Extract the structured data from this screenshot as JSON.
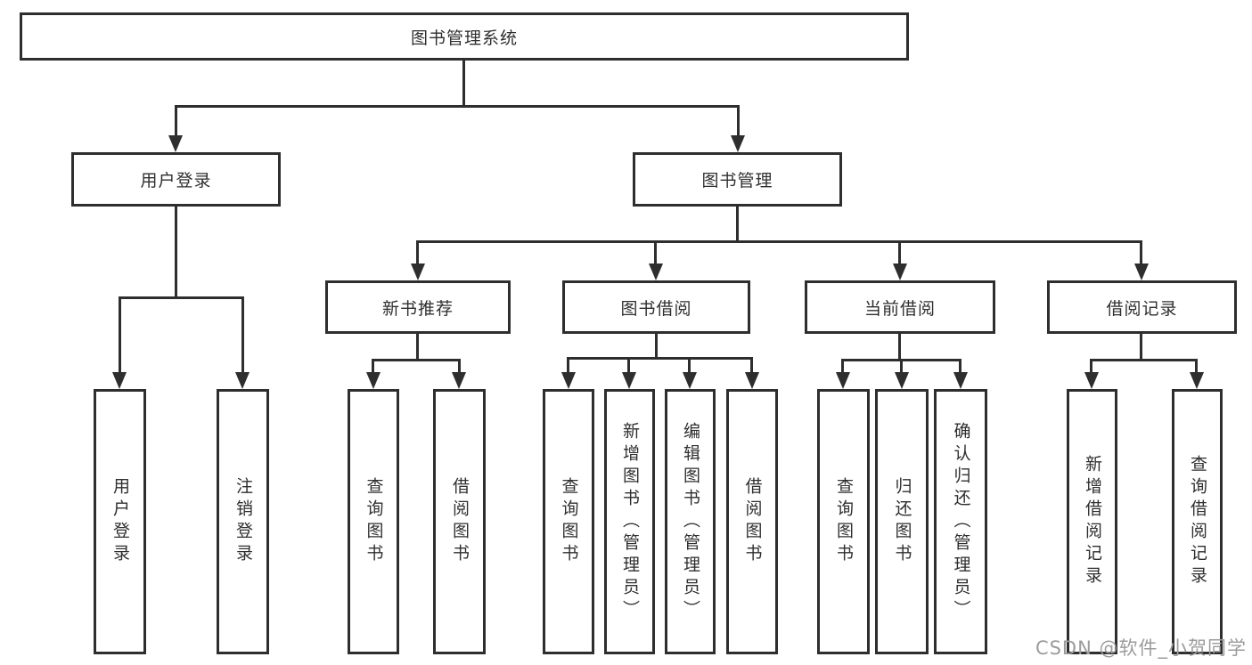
{
  "diagram": {
    "root_label": "图书管理系统",
    "user_branch": {
      "label": "用户登录",
      "children": [
        "用户登录",
        "注销登录"
      ]
    },
    "mgmt_branch": {
      "label": "图书管理",
      "sections": [
        {
          "label": "新书推荐",
          "children": [
            "查询图书",
            "借阅图书"
          ]
        },
        {
          "label": "图书借阅",
          "children": [
            "查询图书",
            "新增图书（管理员）",
            "编辑图书（管理员）",
            "借阅图书"
          ]
        },
        {
          "label": "当前借阅",
          "children": [
            "查询图书",
            "归还图书",
            "确认归还（管理员）"
          ]
        },
        {
          "label": "借阅记录",
          "children": [
            "新增借阅记录",
            "查询借阅记录"
          ]
        }
      ]
    }
  },
  "watermark": {
    "text": "CSDN @软件_小贺同学"
  },
  "colors": {
    "line": "#2e2e2e",
    "text": "#2f2f2f",
    "watermark": "#9c9c9c",
    "background": "#ffffff"
  }
}
